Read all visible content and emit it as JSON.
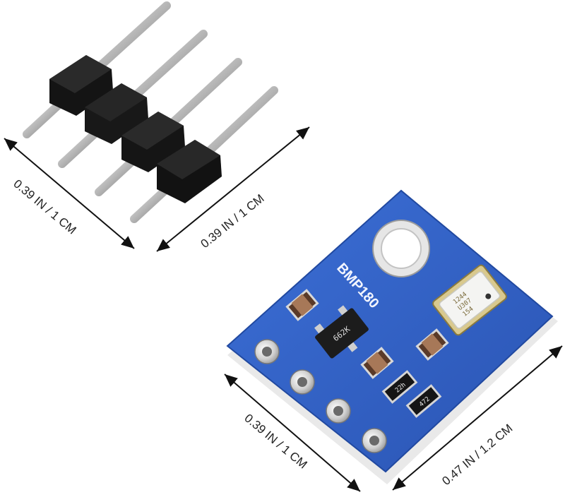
{
  "dimensions": {
    "header_length": "0.39 IN / 1 CM",
    "header_width": "0.39 IN / 1 CM",
    "board_width": "0.39 IN / 1 CM",
    "board_height": "0.47 IN / 1.2 CM"
  },
  "board": {
    "silkscreen": "BMP180",
    "transistor_marking": "662K",
    "resistor_1_marking": "22h",
    "resistor_2_marking": "472",
    "sensor_marking": [
      "1244",
      "U307",
      "154"
    ],
    "color": "#2f5fc4"
  },
  "header": {
    "pin_count": 4,
    "color": "#141414"
  }
}
